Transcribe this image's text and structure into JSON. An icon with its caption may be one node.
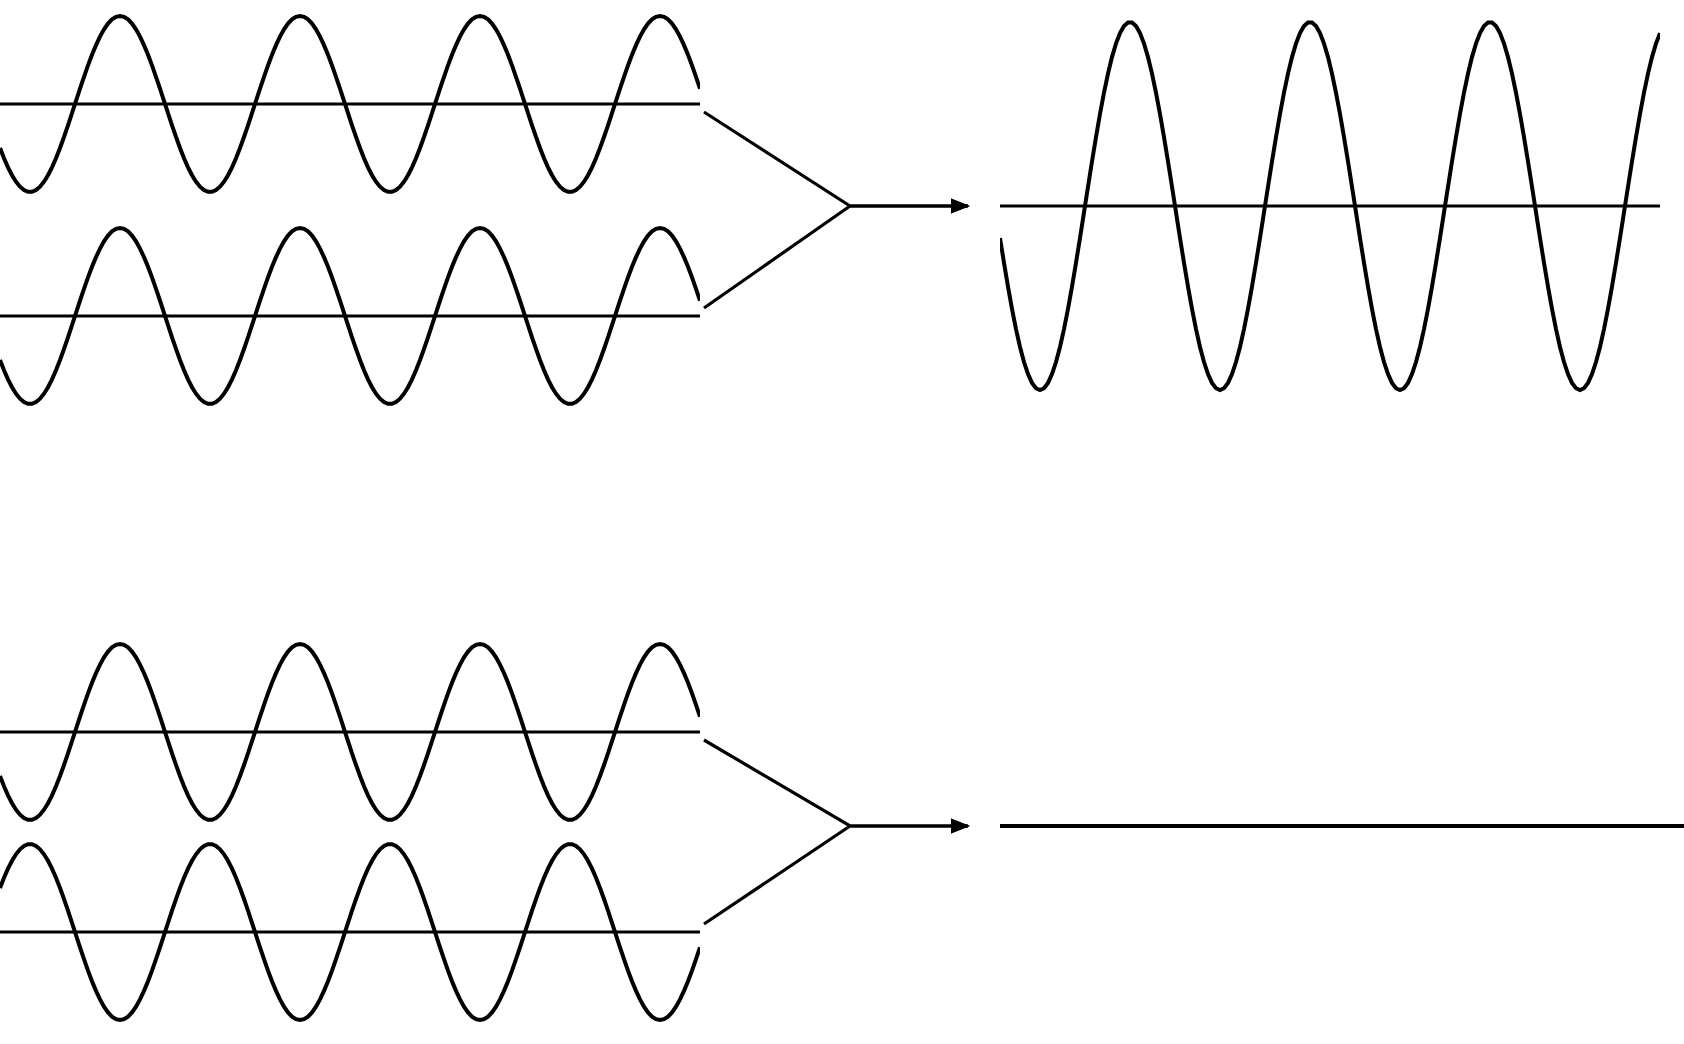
{
  "diagram": {
    "nodes": [
      {
        "text": [],
        "shape": "wave"
      },
      {
        "text": [],
        "shape": "wave"
      },
      {
        "text": [],
        "shape": "wave"
      },
      {
        "text": [],
        "shape": "wave"
      },
      {
        "text": [],
        "shape": "wave"
      },
      {
        "text": [],
        "shape": "line"
      }
    ],
    "edges": [
      {
        "from": 0,
        "to": 2,
        "arrow": "to"
      },
      {
        "from": 1,
        "to": 2,
        "arrow": "to"
      },
      {
        "from": 3,
        "to": 5,
        "arrow": "to"
      },
      {
        "from": 4,
        "to": 5,
        "arrow": "to"
      }
    ]
  }
}
